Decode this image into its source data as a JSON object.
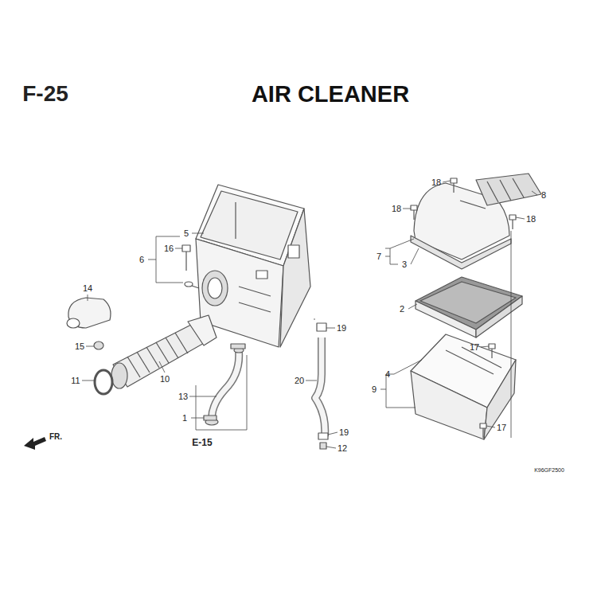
{
  "diagram": {
    "title": "AIR CLEANER",
    "labels": [
      "F-25",
      "5",
      "6",
      "16",
      "14",
      "15",
      "11",
      "10",
      "1",
      "13",
      "E-15",
      "19",
      "20",
      "19",
      "12",
      "18",
      "18",
      "8",
      "18",
      "7",
      "3",
      "2",
      "17",
      "4",
      "9",
      "17",
      "FR.",
      "K96GF2500"
    ]
  }
}
